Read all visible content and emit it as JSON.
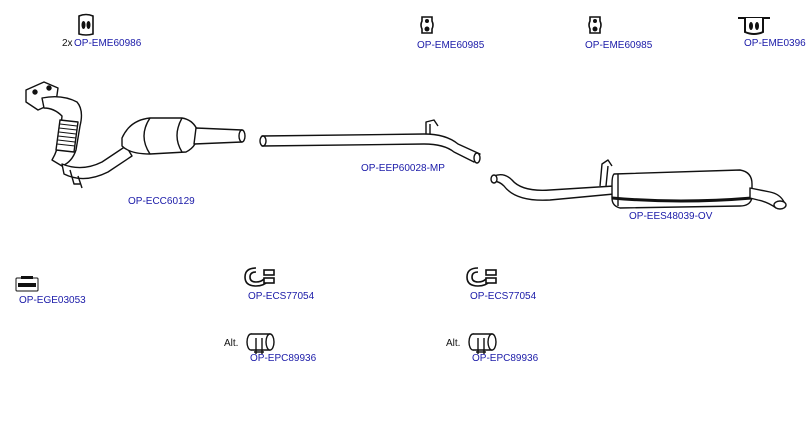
{
  "diagram": {
    "parts": [
      {
        "id": "hanger-1",
        "prefix": "2x",
        "code": "OP-EME60986",
        "icon": "rubber-hanger-icon"
      },
      {
        "id": "hanger-2",
        "code": "OP-EME60985",
        "icon": "rubber-hanger-icon"
      },
      {
        "id": "hanger-3",
        "code": "OP-EME60985",
        "icon": "rubber-hanger-icon"
      },
      {
        "id": "hanger-4",
        "code": "OP-EME0396",
        "icon": "rubber-hanger-icon"
      },
      {
        "id": "catalytic-converter",
        "code": "OP-ECC60129",
        "icon": "catalytic-converter-icon"
      },
      {
        "id": "intermediate-pipe",
        "code": "OP-EEP60028-MP",
        "icon": "exhaust-pipe-icon"
      },
      {
        "id": "rear-silencer",
        "code": "OP-EES48039-OV",
        "icon": "rear-silencer-icon"
      },
      {
        "id": "gasket",
        "code": "OP-EGE03053",
        "icon": "gasket-icon",
        "icon_text": "GASKET"
      },
      {
        "id": "clamp-1",
        "code": "OP-ECS77054",
        "icon": "clamp-icon"
      },
      {
        "id": "clamp-2",
        "code": "OP-ECS77054",
        "icon": "clamp-icon"
      },
      {
        "id": "connector-1",
        "prefix": "Alt.",
        "code": "OP-EPC89936",
        "icon": "pipe-connector-icon"
      },
      {
        "id": "connector-2",
        "prefix": "Alt.",
        "code": "OP-EPC89936",
        "icon": "pipe-connector-icon"
      }
    ]
  },
  "colors": {
    "code_text": "#1a1aa8",
    "line": "#111111",
    "background": "#ffffff"
  }
}
